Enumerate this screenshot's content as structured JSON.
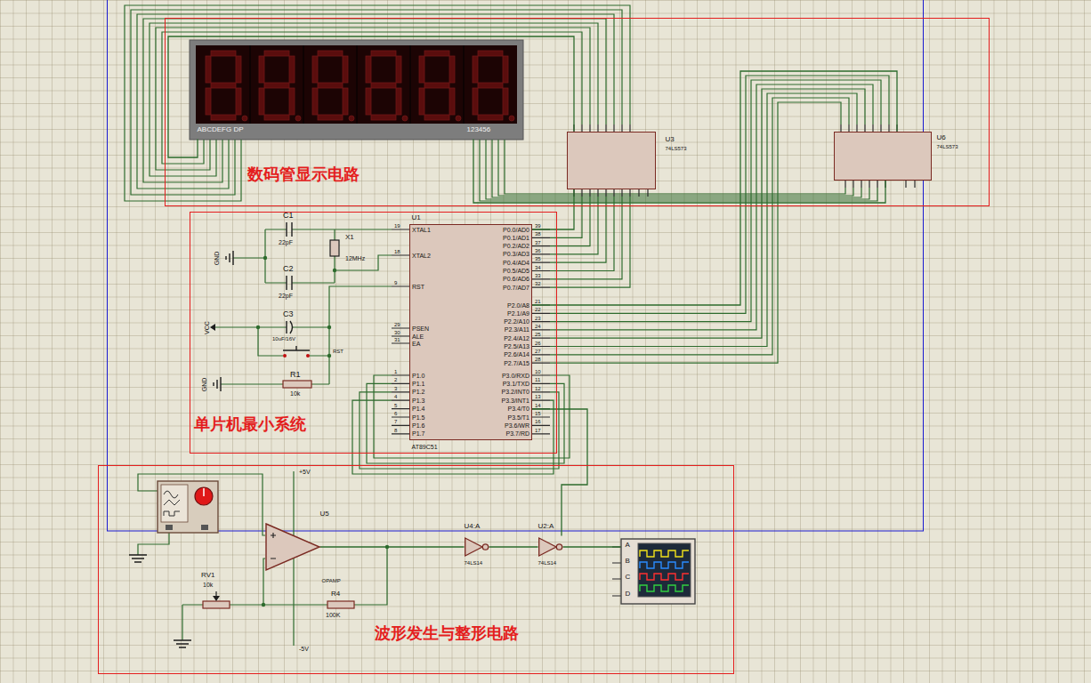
{
  "diagram": {
    "nodes": [
      {
        "text": [
          "数码管显示电路"
        ]
      },
      {
        "text": [
          "ABCDEFG DP",
          "123456"
        ],
        "in": 0
      },
      {
        "text": [
          "U3",
          "74LS573"
        ],
        "in": 0
      },
      {
        "text": [
          "U6",
          "74LS573"
        ],
        "in": 0
      },
      {
        "text": [
          "单片机最小系统"
        ]
      },
      {
        "text": [
          "U1",
          "AT89C51"
        ],
        "in": 4
      },
      {
        "text": [
          "波形发生与整形电路"
        ]
      },
      {
        "text": [
          "U5",
          "OPAMP"
        ],
        "in": 6
      },
      {
        "text": [
          "U4:A",
          "74LS14"
        ],
        "in": 6
      },
      {
        "text": [
          "U2:A",
          "74LS14"
        ],
        "in": 6
      },
      {
        "text": [
          "A",
          "B",
          "C",
          "D"
        ],
        "in": 6
      }
    ],
    "edges": [
      {
        "from": 5,
        "to": 2,
        "arrow": "none"
      },
      {
        "from": 5,
        "to": 3,
        "arrow": "none"
      },
      {
        "from": 2,
        "to": 1,
        "arrow": "none"
      },
      {
        "from": 3,
        "to": 1,
        "arrow": "none"
      },
      {
        "from": 7,
        "to": 8,
        "arrow": "none"
      },
      {
        "from": 8,
        "to": 9,
        "arrow": "none"
      },
      {
        "from": 9,
        "to": 10,
        "arrow": "none"
      },
      {
        "from": 9,
        "to": 5,
        "arrow": "none"
      }
    ],
    "labels": [
      "C1",
      "22pF",
      "C2",
      "22pF",
      "X1",
      "12MHz",
      "C3",
      "10uF/16V",
      "R1",
      "10k",
      "GND",
      "VCC",
      "GND",
      "RST",
      "+5V",
      "-5V",
      "RV1",
      "10k",
      "R4",
      "100K",
      "XTAL1",
      "XTAL2",
      "RST",
      "PSEN",
      "ALE",
      "EA",
      "P1.0",
      "P1.1",
      "P1.2",
      "P1.3",
      "P1.4",
      "P1.5",
      "P1.6",
      "P1.7",
      "19",
      "18",
      "9",
      "29",
      "30",
      "31",
      "1",
      "2",
      "3",
      "4",
      "5",
      "6",
      "7",
      "8",
      "P0.0/AD0",
      "P0.1/AD1",
      "P0.2/AD2",
      "P0.3/AD3",
      "P0.4/AD4",
      "P0.5/AD5",
      "P0.6/AD6",
      "P0.7/AD7",
      "P2.0/A8",
      "P2.1/A9",
      "P2.2/A10",
      "P2.3/A11",
      "P2.4/A12",
      "P2.5/A13",
      "P2.6/A14",
      "P2.7/A15",
      "P3.0/RXD",
      "P3.1/TXD",
      "P3.2/INT0",
      "P3.3/INT1",
      "P3.4/T0",
      "P3.5/T1",
      "P3.6/WR",
      "P3.7/RD",
      "39",
      "38",
      "37",
      "36",
      "35",
      "34",
      "33",
      "32",
      "21",
      "22",
      "23",
      "24",
      "25",
      "26",
      "27",
      "28",
      "10",
      "11",
      "12",
      "13",
      "14",
      "15",
      "16",
      "17"
    ]
  }
}
